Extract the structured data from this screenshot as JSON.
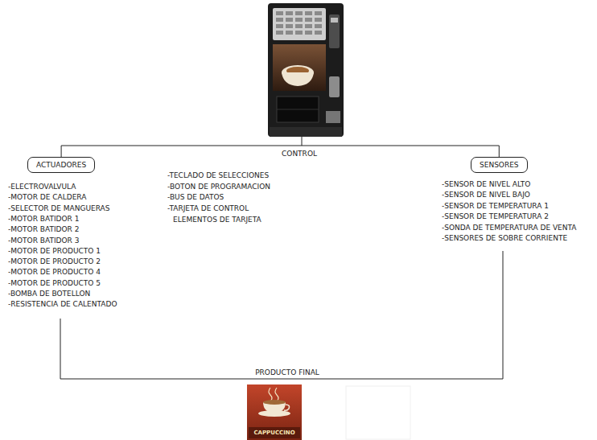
{
  "diagram": {
    "nodes": [
      {
        "text": [
          "ACTUADORES"
        ]
      },
      {
        "text": [
          "SENSORES"
        ]
      }
    ],
    "edges": [
      {
        "from": 0,
        "to": 1,
        "arrow": "none"
      }
    ],
    "labels": [
      "CONTROL",
      "-TECLADO DE SELECCIONES",
      "-BOTON DE PROGRAMACION",
      "-BUS DE DATOS",
      "-TARJETA DE CONTROL",
      "ELEMENTOS DE TARJETA",
      "-ELECTROVALVULA",
      "-MOTOR DE CALDERA",
      "-SELECTOR DE MANGUERAS",
      "-MOTOR BATIDOR 1",
      "-MOTOR BATIDOR 2",
      "-MOTOR BATIDOR 3",
      "-MOTOR DE PRODUCTO 1",
      "-MOTOR DE PRODUCTO 2",
      "-MOTOR DE PRODUCTO 4",
      "-MOTOR DE PRODUCTO 5",
      "-BOMBA DE BOTELLON",
      "-RESISTENCIA DE CALENTADO",
      "-SENSOR DE NIVEL ALTO",
      "-SENSOR DE NIVEL BAJO",
      "-SENSOR DE TEMPERATURA 1",
      "-SENSOR DE TEMPERATURA 2",
      "-SONDA DE TEMPERATURA DE VENTA",
      "-SENSORES DE SOBRE CORRIENTE",
      "PRODUCTO FINAL",
      "CAPPUCCINO"
    ]
  }
}
